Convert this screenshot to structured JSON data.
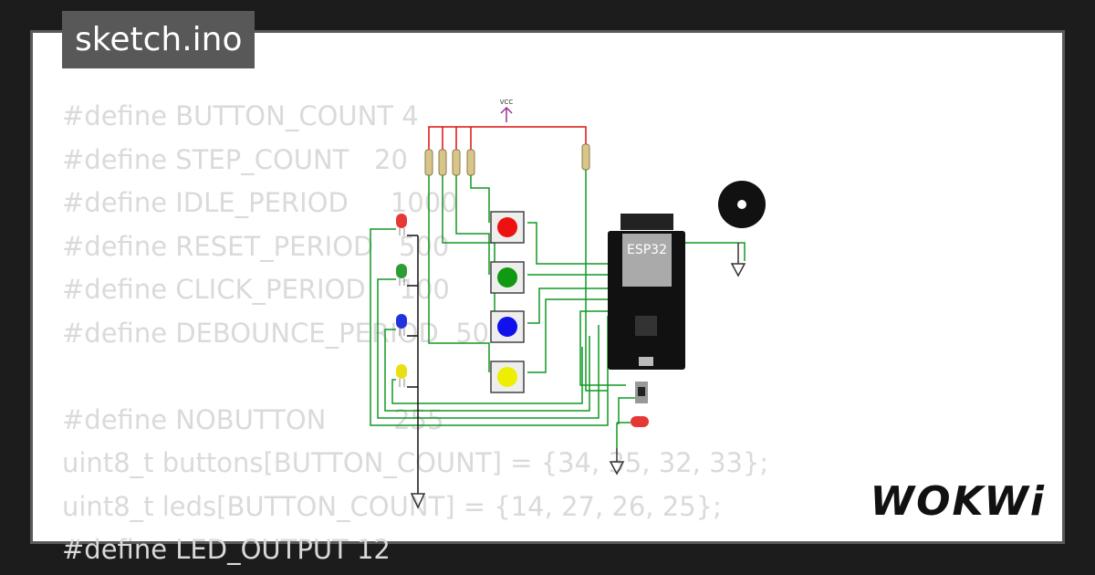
{
  "window": {
    "tab_title": "sketch.ino"
  },
  "code": {
    "lines": [
      "#define BUTTON_COUNT 4",
      "#define STEP_COUNT   20",
      "#define IDLE_PERIOD     1000",
      "#define RESET_PERIOD   500",
      "#define CLICK_PERIOD    100",
      "#define DEBOUNCE_PERIOD  50",
      "",
      "#define NOBUTTON        255",
      "uint8_t buttons[BUTTON_COUNT] = {34, 35, 32, 33};",
      "uint8_t leds[BUTTON_COUNT] = {14, 27, 26, 25};",
      "#define LED_OUTPUT 12"
    ]
  },
  "circuit": {
    "vcc_label": "VCC",
    "board_label": "ESP32",
    "led_colors": [
      "#e53935",
      "#2e9d34",
      "#2233dd",
      "#e8e014"
    ],
    "button_colors": [
      "#ee1111",
      "#119911",
      "#1111ee",
      "#eeee00"
    ],
    "wire_color": "#119922",
    "power_color": "#dd1111"
  },
  "branding": {
    "logo_text": "WOKWi"
  }
}
